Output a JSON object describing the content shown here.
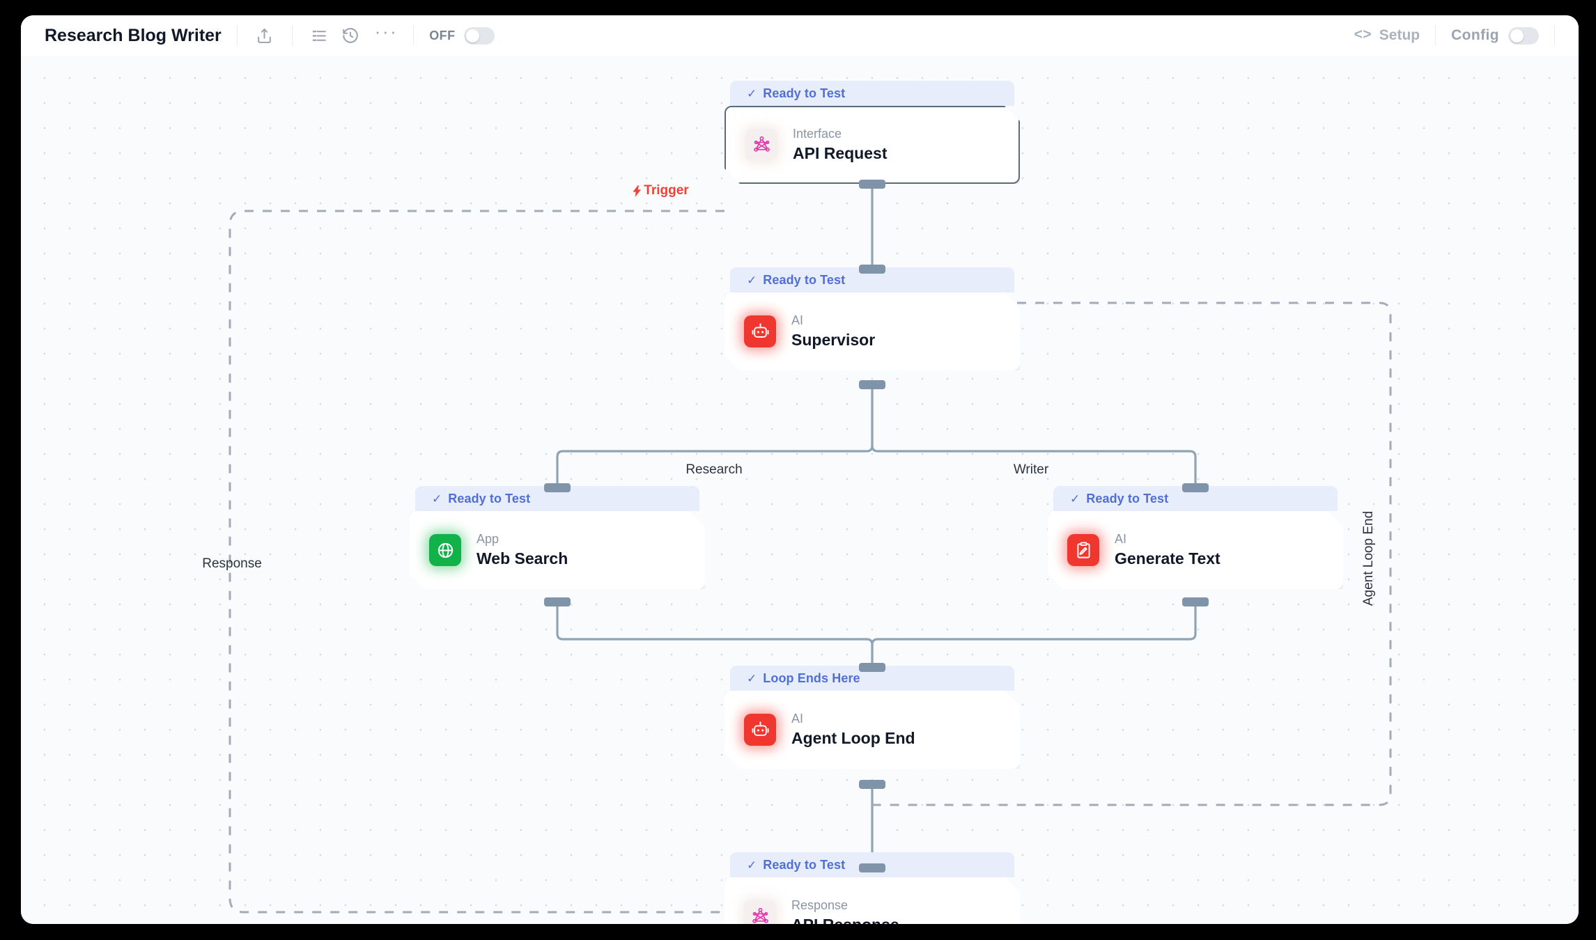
{
  "topbar": {
    "title": "Research Blog Writer",
    "icons": [
      {
        "name": "share-upload-icon"
      },
      {
        "name": "list-icon"
      },
      {
        "name": "history-icon"
      },
      {
        "name": "more-options-icon"
      }
    ],
    "power_toggle_label": "OFF",
    "setup_label": "Setup",
    "config_label": "Config"
  },
  "canvas": {
    "nodes": [
      {
        "id": "api-request",
        "status": "Ready to Test",
        "kind": "Interface",
        "name": "API Request",
        "icon": "graphql-icon",
        "icon_style": "pink",
        "outlined": true
      },
      {
        "id": "supervisor",
        "status": "Ready to Test",
        "kind": "AI",
        "name": "Supervisor",
        "icon": "robot-icon",
        "icon_style": "red",
        "outlined": false
      },
      {
        "id": "web-search",
        "status": "Ready to Test",
        "kind": "App",
        "name": "Web Search",
        "icon": "globe-icon",
        "icon_style": "green",
        "outlined": false
      },
      {
        "id": "generate-text",
        "status": "Ready to Test",
        "kind": "AI",
        "name": "Generate Text",
        "icon": "clipboard-pencil-icon",
        "icon_style": "red",
        "outlined": false
      },
      {
        "id": "agent-loop-end",
        "status": "Loop Ends Here",
        "kind": "AI",
        "name": "Agent Loop End",
        "icon": "robot-icon",
        "icon_style": "red",
        "outlined": false
      },
      {
        "id": "api-response",
        "status": "Ready to Test",
        "kind": "Response",
        "name": "API Response",
        "icon": "graphql-icon",
        "icon_style": "pink",
        "outlined": false
      }
    ],
    "edge_labels": {
      "trigger": "Trigger",
      "research": "Research",
      "writer": "Writer",
      "response": "Response",
      "agent_loop_end": "Agent Loop End"
    }
  },
  "colors": {
    "status_text": "#4f6fd6",
    "status_bg": "#e8edfb",
    "trigger": "#ef4136",
    "edge": "#8fa4b5",
    "ai_accent": "#f0372f",
    "app_accent": "#12b24a",
    "interface_accent": "#e535ab",
    "canvas_bg": "#fafbfc"
  }
}
